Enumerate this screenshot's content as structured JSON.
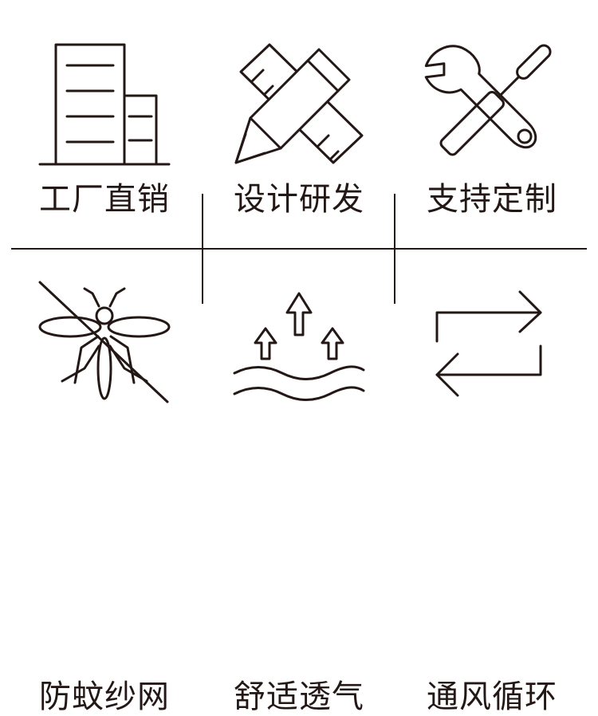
{
  "colors": {
    "ink": "#231815",
    "background": "#ffffff"
  },
  "features": [
    {
      "label": "工厂直销",
      "icon": "factory-building-icon"
    },
    {
      "label": "设计研发",
      "icon": "pencil-ruler-icon"
    },
    {
      "label": "支持定制",
      "icon": "wrench-screwdriver-icon"
    },
    {
      "label": "防蚊纱网",
      "icon": "no-mosquito-icon"
    },
    {
      "label": "舒适透气",
      "icon": "breathable-arrows-icon"
    },
    {
      "label": "通风循环",
      "icon": "circulation-arrows-icon"
    }
  ]
}
